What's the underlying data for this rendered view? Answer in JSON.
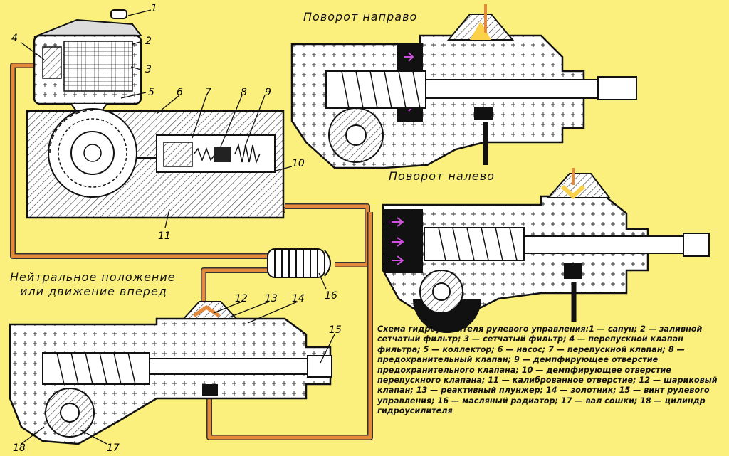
{
  "titles": {
    "right_turn": "Поворот направо",
    "left_turn": "Поворот налево",
    "neutral_line1": "Нейтральное положение",
    "neutral_line2": "или движение вперед"
  },
  "labels": [
    "1",
    "2",
    "3",
    "4",
    "5",
    "6",
    "7",
    "8",
    "9",
    "10",
    "11",
    "12",
    "13",
    "14",
    "15",
    "16",
    "17",
    "18"
  ],
  "caption": "Схема гидроусилителя рулевого управления:1 — сапун; 2 — заливной сетчатый фильтр; 3 — сетчатый фильтр; 4 — перепускной клапан фильтра; 5 — коллектор; 6 — насос; 7 — перепускной клапан; 8 — предохранительный клапан; 9 — демпфирующее отверстие предохранительного клапана; 10 — демпфирующее отверстие перепускного клапана; 11 — калиброванное отверстие; 12 — шариковый клапан; 13 — реактивный плунжер; 14 — золотник; 15 — винт рулевого управления; 16 — масляный радиатор; 17 — вал сошки; 18 — цилиндр гидроусилителя",
  "colors": {
    "background": "#fbf07e",
    "pipe": "#e58a3a",
    "ink": "#111111",
    "flow_arrow": "#d050e0"
  }
}
